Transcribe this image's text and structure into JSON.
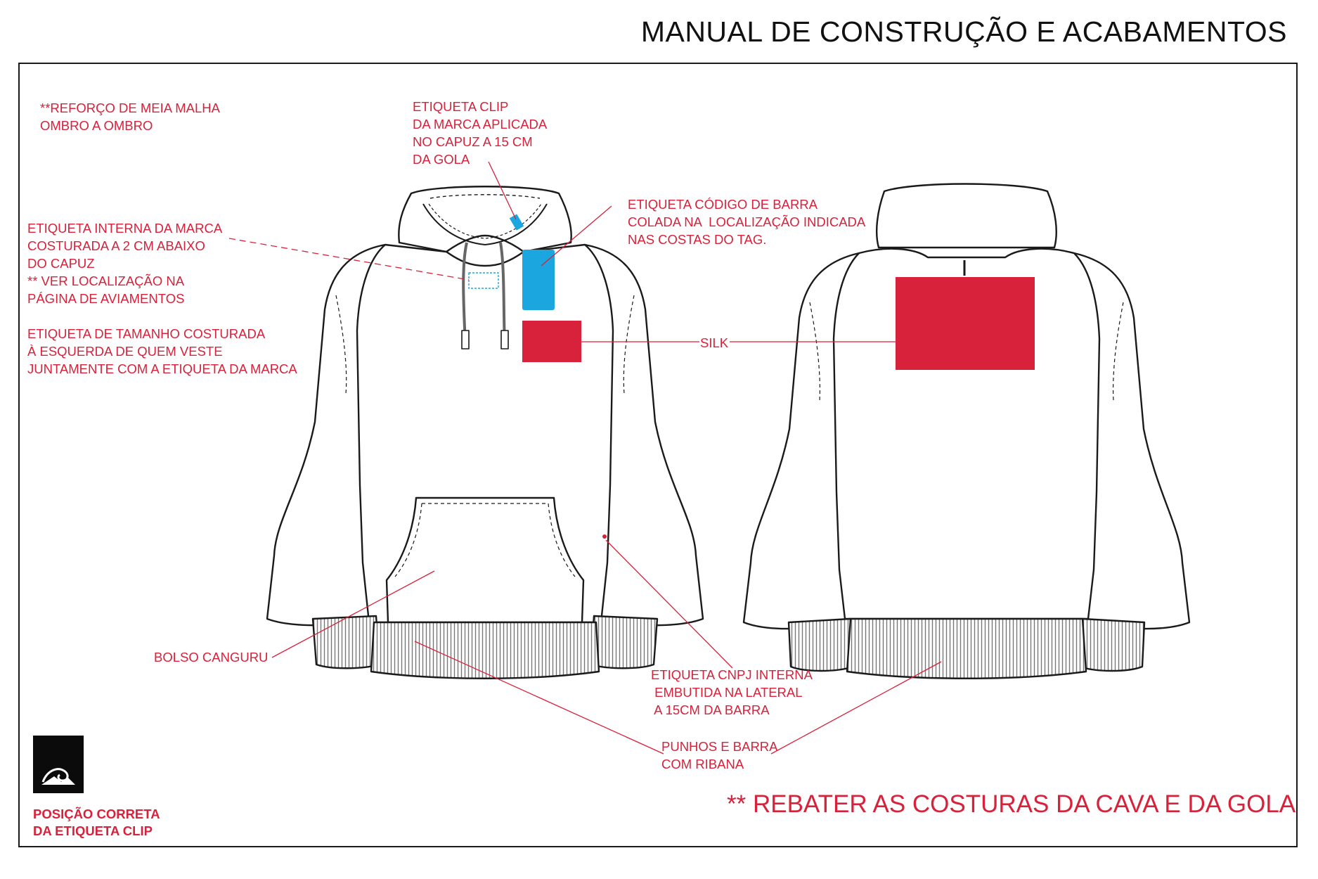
{
  "header": {
    "title": "MANUAL DE CONSTRUÇÃO E ACABAMENTOS"
  },
  "notes": {
    "reforco": "**REFORÇO DE MEIA MALHA\nOMBRO A OMBRO",
    "etiqueta_clip": "ETIQUETA CLIP\nDA MARCA APLICADA\nNO CAPUZ A 15 CM\nDA GOLA",
    "etiqueta_codigo": "ETIQUETA CÓDIGO DE BARRA\nCOLADA NA  LOCALIZAÇÃO INDICADA\nNAS COSTAS DO TAG.",
    "etiqueta_interna": "ETIQUETA INTERNA DA MARCA\nCOSTURADA A 2 CM ABAIXO\nDO CAPUZ\n** VER LOCALIZAÇÃO NA\nPÁGINA DE AVIAMENTOS",
    "etiqueta_tamanho": "ETIQUETA DE TAMANHO COSTURADA\nÀ ESQUERDA DE QUEM VESTE\nJUNTAMENTE COM A ETIQUETA DA MARCA",
    "silk": "SILK",
    "bolso": "BOLSO CANGURU",
    "cnpj": "ETIQUETA CNPJ INTERNA\n EMBUTIDA NA LATERAL\n A 15CM DA BARRA",
    "punhos": "PUNHOS E BARRA\nCOM RIBANA",
    "rebater": "** REBATER AS COSTURAS DA CAVA E DA GOLA",
    "clip_position": "POSIÇÃO CORRETA\nDA ETIQUETA CLIP"
  },
  "colors": {
    "annotation": "#d8213a",
    "silk": "#d8213a",
    "tag": "#1ca6e0",
    "outline": "#1a1a1a",
    "logo": "#0b0b0b"
  },
  "icons": {
    "brand_logo": "wave-mountain-logo"
  }
}
